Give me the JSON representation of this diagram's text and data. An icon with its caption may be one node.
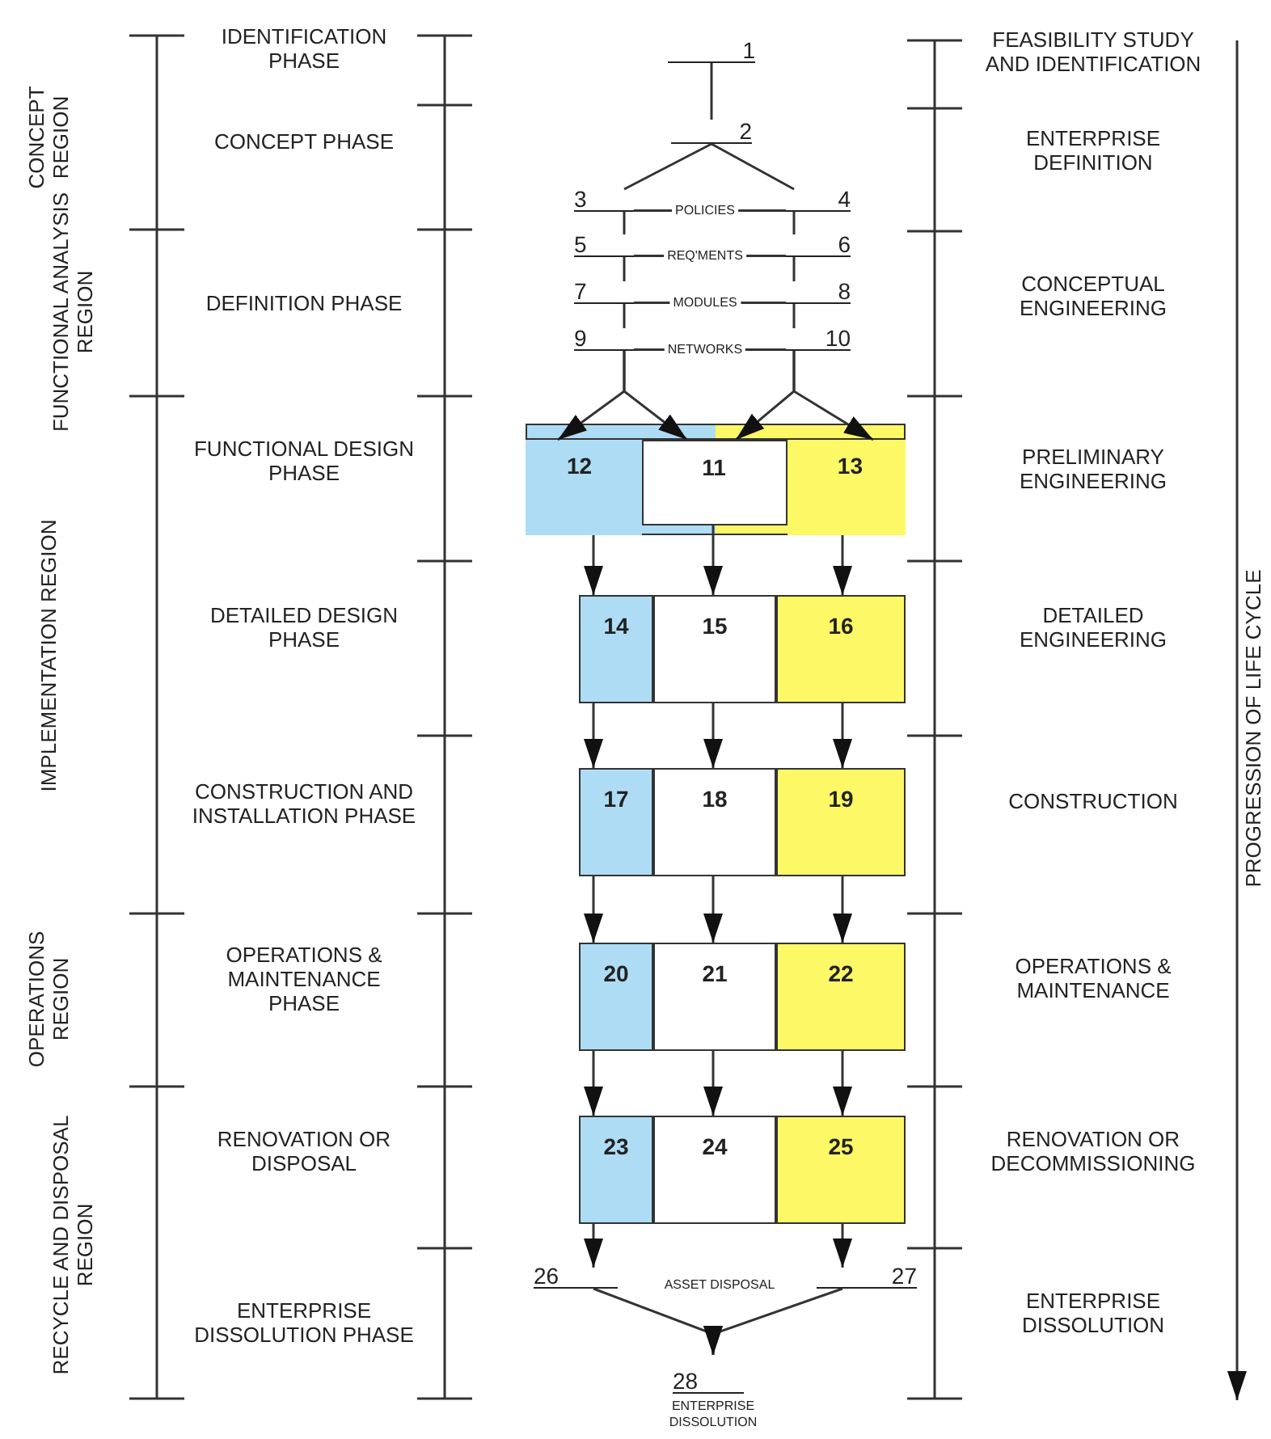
{
  "diagram": {
    "nodes": [
      {
        "text": [
          "1"
        ]
      },
      {
        "text": [
          "2"
        ]
      },
      {
        "text": [
          "3"
        ]
      },
      {
        "text": [
          "4"
        ]
      },
      {
        "text": [
          "5"
        ]
      },
      {
        "text": [
          "6"
        ]
      },
      {
        "text": [
          "7"
        ]
      },
      {
        "text": [
          "8"
        ]
      },
      {
        "text": [
          "9"
        ]
      },
      {
        "text": [
          "10"
        ]
      },
      {
        "text": [],
        "shape": "box"
      },
      {
        "text": [
          "12"
        ],
        "in": 10
      },
      {
        "text": [
          "11"
        ],
        "in": 10
      },
      {
        "text": [
          "13"
        ],
        "in": 10
      },
      {
        "text": [
          "14"
        ]
      },
      {
        "text": [
          "15"
        ]
      },
      {
        "text": [
          "16"
        ]
      },
      {
        "text": [
          "17"
        ]
      },
      {
        "text": [
          "18"
        ]
      },
      {
        "text": [
          "19"
        ]
      },
      {
        "text": [
          "20"
        ]
      },
      {
        "text": [
          "21"
        ]
      },
      {
        "text": [
          "22"
        ]
      },
      {
        "text": [
          "23"
        ]
      },
      {
        "text": [
          "24"
        ]
      },
      {
        "text": [
          "25"
        ]
      },
      {
        "text": [
          "26"
        ]
      },
      {
        "text": [
          "27"
        ]
      },
      {
        "text": [
          "28"
        ],
        "beside": [
          "ENTERPRISE DISSOLUTION"
        ]
      }
    ],
    "edges": [
      {
        "from": 0,
        "to": 1,
        "arrow": "none"
      },
      {
        "from": 1,
        "to": 2,
        "arrow": "none"
      },
      {
        "from": 1,
        "to": 3,
        "arrow": "none"
      },
      {
        "from": 2,
        "to": 3,
        "arrow": "none",
        "label": "POLICIES"
      },
      {
        "from": 2,
        "to": 4,
        "arrow": "none"
      },
      {
        "from": 4,
        "to": 5,
        "arrow": "none",
        "label": "REQ'MENTS"
      },
      {
        "from": 3,
        "to": 5,
        "arrow": "none"
      },
      {
        "from": 4,
        "to": 6,
        "arrow": "none"
      },
      {
        "from": 6,
        "to": 7,
        "arrow": "none",
        "label": "MODULES"
      },
      {
        "from": 5,
        "to": 7,
        "arrow": "none"
      },
      {
        "from": 6,
        "to": 8,
        "arrow": "none"
      },
      {
        "from": 8,
        "to": 9,
        "arrow": "none",
        "label": "NETWORKS"
      },
      {
        "from": 7,
        "to": 9,
        "arrow": "none"
      },
      {
        "from": 8,
        "to": 11,
        "arrow": "to"
      },
      {
        "from": 8,
        "to": 12,
        "arrow": "to"
      },
      {
        "from": 9,
        "to": 12,
        "arrow": "to"
      },
      {
        "from": 9,
        "to": 13,
        "arrow": "to"
      },
      {
        "from": 11,
        "to": 14,
        "arrow": "to"
      },
      {
        "from": 12,
        "to": 15,
        "arrow": "to"
      },
      {
        "from": 13,
        "to": 16,
        "arrow": "to"
      },
      {
        "from": 14,
        "to": 17,
        "arrow": "to"
      },
      {
        "from": 15,
        "to": 18,
        "arrow": "to"
      },
      {
        "from": 16,
        "to": 19,
        "arrow": "to"
      },
      {
        "from": 17,
        "to": 20,
        "arrow": "to"
      },
      {
        "from": 18,
        "to": 21,
        "arrow": "to"
      },
      {
        "from": 19,
        "to": 22,
        "arrow": "to"
      },
      {
        "from": 20,
        "to": 23,
        "arrow": "to"
      },
      {
        "from": 21,
        "to": 24,
        "arrow": "to"
      },
      {
        "from": 22,
        "to": 25,
        "arrow": "to"
      },
      {
        "from": 23,
        "to": 26,
        "arrow": "to"
      },
      {
        "from": 25,
        "to": 27,
        "arrow": "to"
      },
      {
        "from": 26,
        "to": 28,
        "arrow": "to"
      },
      {
        "from": 27,
        "to": 28,
        "arrow": "to"
      }
    ],
    "labels": [
      "CONCEPT REGION",
      "FUNCTIONAL ANALYSIS REGION",
      "IMPLEMENTATION REGION",
      "OPERATIONS REGION",
      "RECYCLE AND DISPOSAL REGION",
      "IDENTIFICATION PHASE",
      "CONCEPT PHASE",
      "DEFINITION PHASE",
      "FUNCTIONAL DESIGN PHASE",
      "DETAILED DESIGN PHASE",
      "CONSTRUCTION AND INSTALLATION PHASE",
      "OPERATIONS & MAINTENANCE PHASE",
      "RENOVATION OR DISPOSAL",
      "ENTERPRISE DISSOLUTION PHASE",
      "FEASIBILITY STUDY AND IDENTIFICATION",
      "ENTERPRISE DEFINITION",
      "CONCEPTUAL ENGINEERING",
      "PRELIMINARY ENGINEERING",
      "DETAILED ENGINEERING",
      "CONSTRUCTION",
      "OPERATIONS & MAINTENANCE",
      "RENOVATION OR DECOMMISSIONING",
      "ENTERPRISE DISSOLUTION",
      "PROGRESSION OF LIFE CYCLE",
      "ASSET DISPOSAL"
    ]
  }
}
